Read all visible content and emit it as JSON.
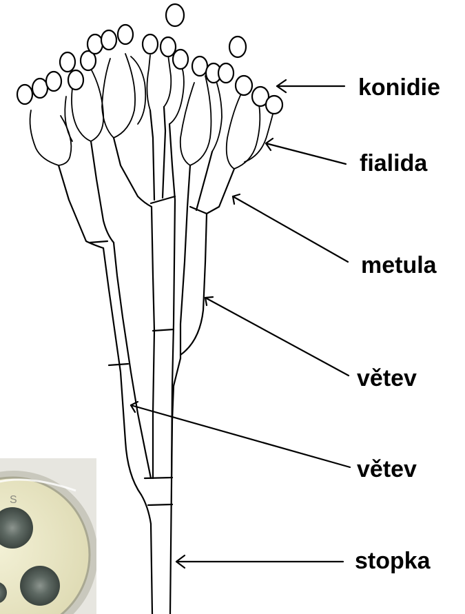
{
  "labels": {
    "konidie": "konidie",
    "fialida": "fialida",
    "metula": "metula",
    "vetev_1": "větev",
    "vetev_2": "větev",
    "stopka": "stopka"
  },
  "inset_photo": {
    "subject": "petri-dish-culture",
    "medium_color": "#ece9c4",
    "colony_color": "#4d5752",
    "rim_color": "#bfc0b6"
  }
}
